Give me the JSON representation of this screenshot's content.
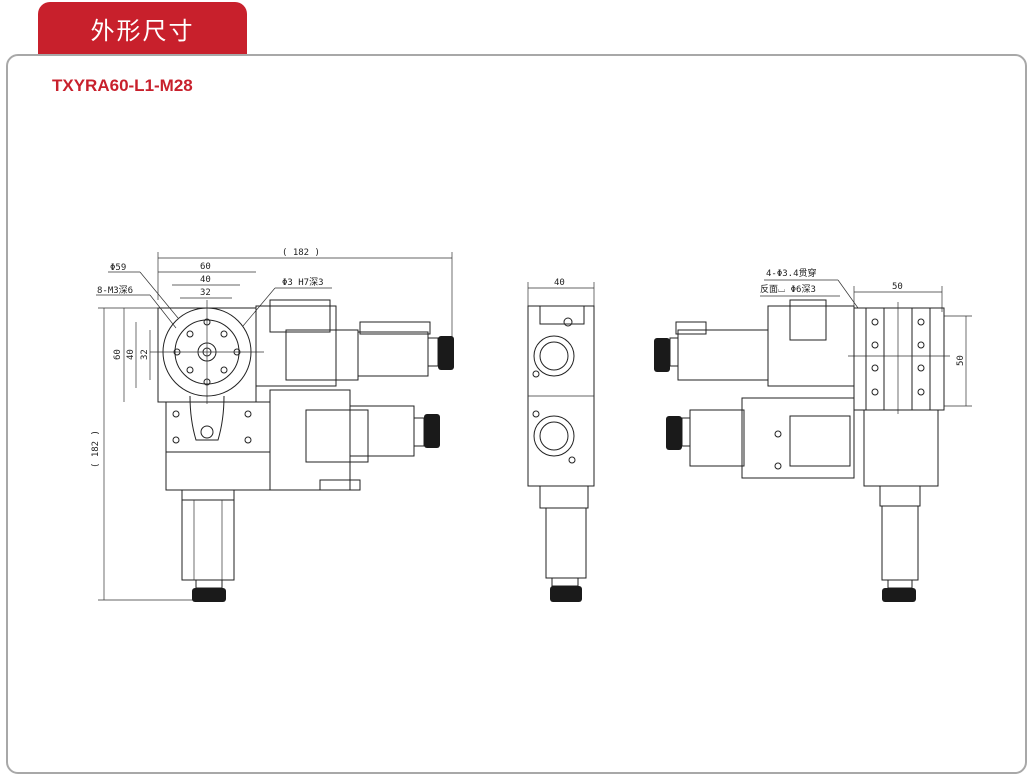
{
  "header": {
    "tab_title": "外形尺寸"
  },
  "product": {
    "model": "TXYRA60-L1-M28"
  },
  "dimensions": {
    "overall_width": "( 182 )",
    "overall_height": "( 182 )",
    "diameter": "Φ59",
    "top_60": "60",
    "top_40": "40",
    "top_32": "32",
    "holes": "8-M3深6",
    "pin_hole": "Φ3 H7深3",
    "left_60": "60",
    "left_40": "40",
    "left_32": "32",
    "side_40": "40",
    "through_holes": "4-Φ3.4贯穿",
    "counterbore": "反面⌴ Φ6深3",
    "right_50": "50",
    "right_v50": "50"
  },
  "colors": {
    "accent": "#c8202c",
    "border": "#a8a8a8"
  }
}
